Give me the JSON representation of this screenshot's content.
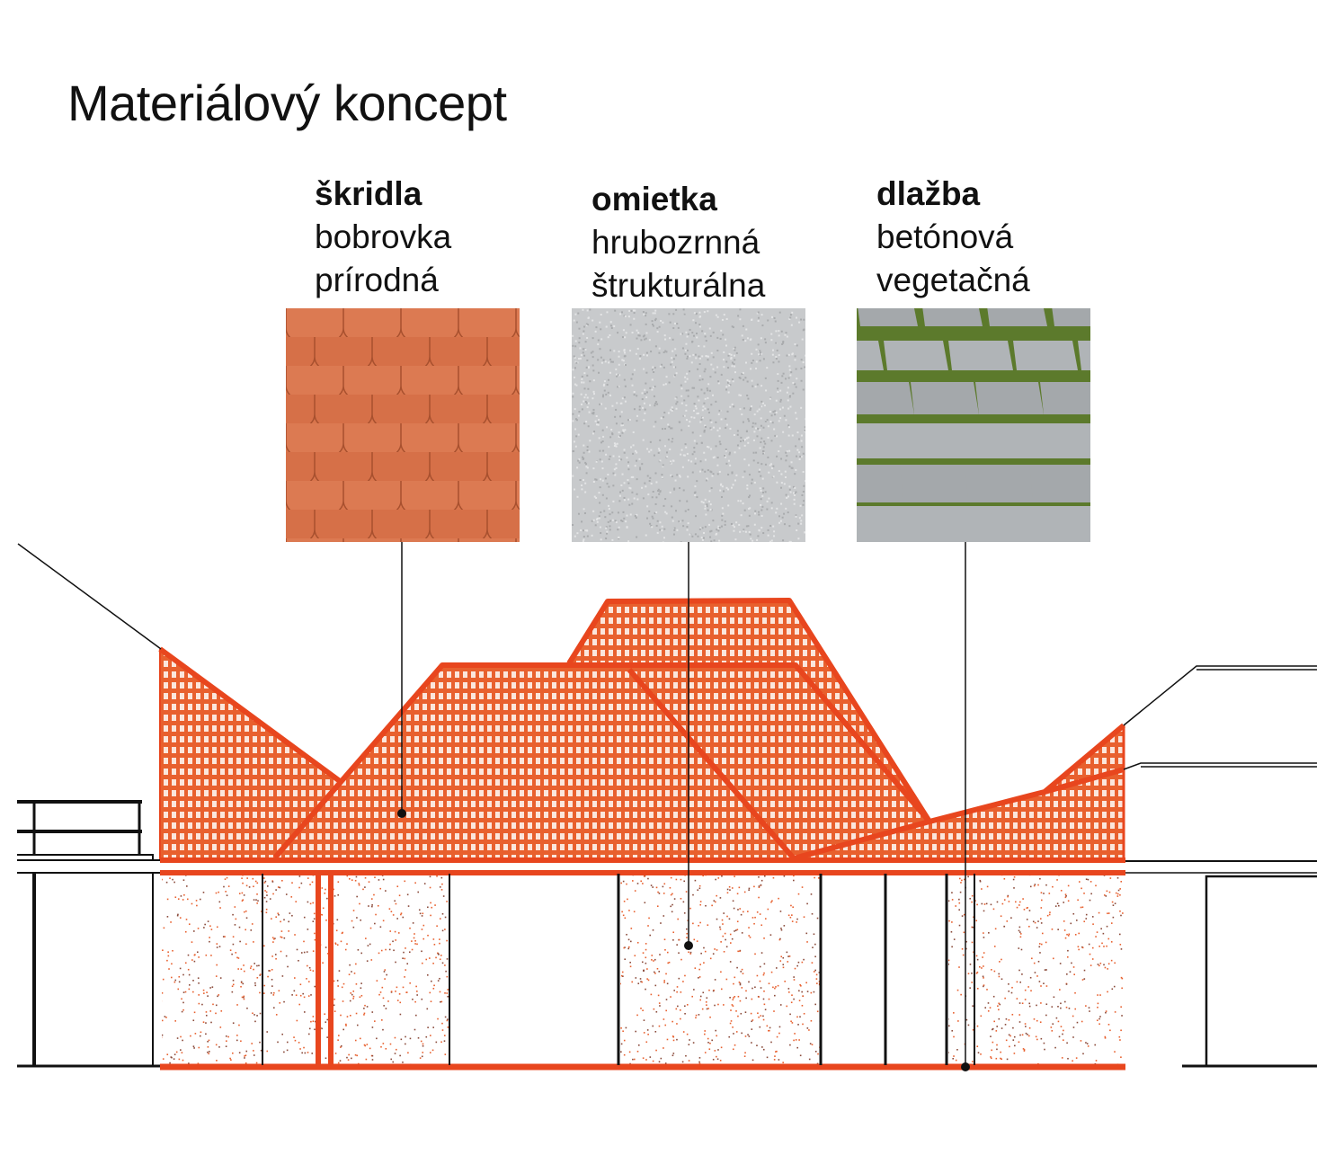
{
  "title": "Materiálový koncept",
  "materials": [
    {
      "name": "škridla",
      "line1": "bobrovka",
      "line2": "prírodná",
      "swatch": "roof-tile-texture"
    },
    {
      "name": "omietka",
      "line1": "hrubozrnná",
      "line2": "štrukturálna",
      "swatch": "plaster-texture"
    },
    {
      "name": "dlažba",
      "line1": "betónová",
      "line2": "vegetačná",
      "swatch": "paving-texture"
    }
  ],
  "colors": {
    "accent": "#e8461e",
    "tile": "#d9754c",
    "plaster": "#c8cacc",
    "grass": "#5c7a2c",
    "stone": "#a9adb0"
  }
}
